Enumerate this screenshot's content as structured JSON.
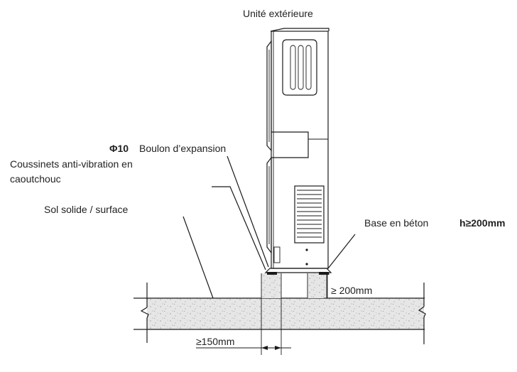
{
  "labels": {
    "outdoor_unit": "Unité extérieure",
    "bolt_prefix": "Φ10",
    "bolt": "Boulon d’expansion",
    "pads_line1": "Coussinets anti-vibration en",
    "pads_line2": "caoutchouc",
    "ground": "Sol solide / surface",
    "base": "Base en béton",
    "base_height": "h≥200mm",
    "height_dim": "≥ 200mm",
    "width_dim": "≥150mm"
  },
  "colors": {
    "line": "#1a1a1a",
    "concrete": "#e6e6e6",
    "concrete_speckle": "#9a9a9a",
    "unit_fill": "#ffffff",
    "text": "#222222"
  }
}
